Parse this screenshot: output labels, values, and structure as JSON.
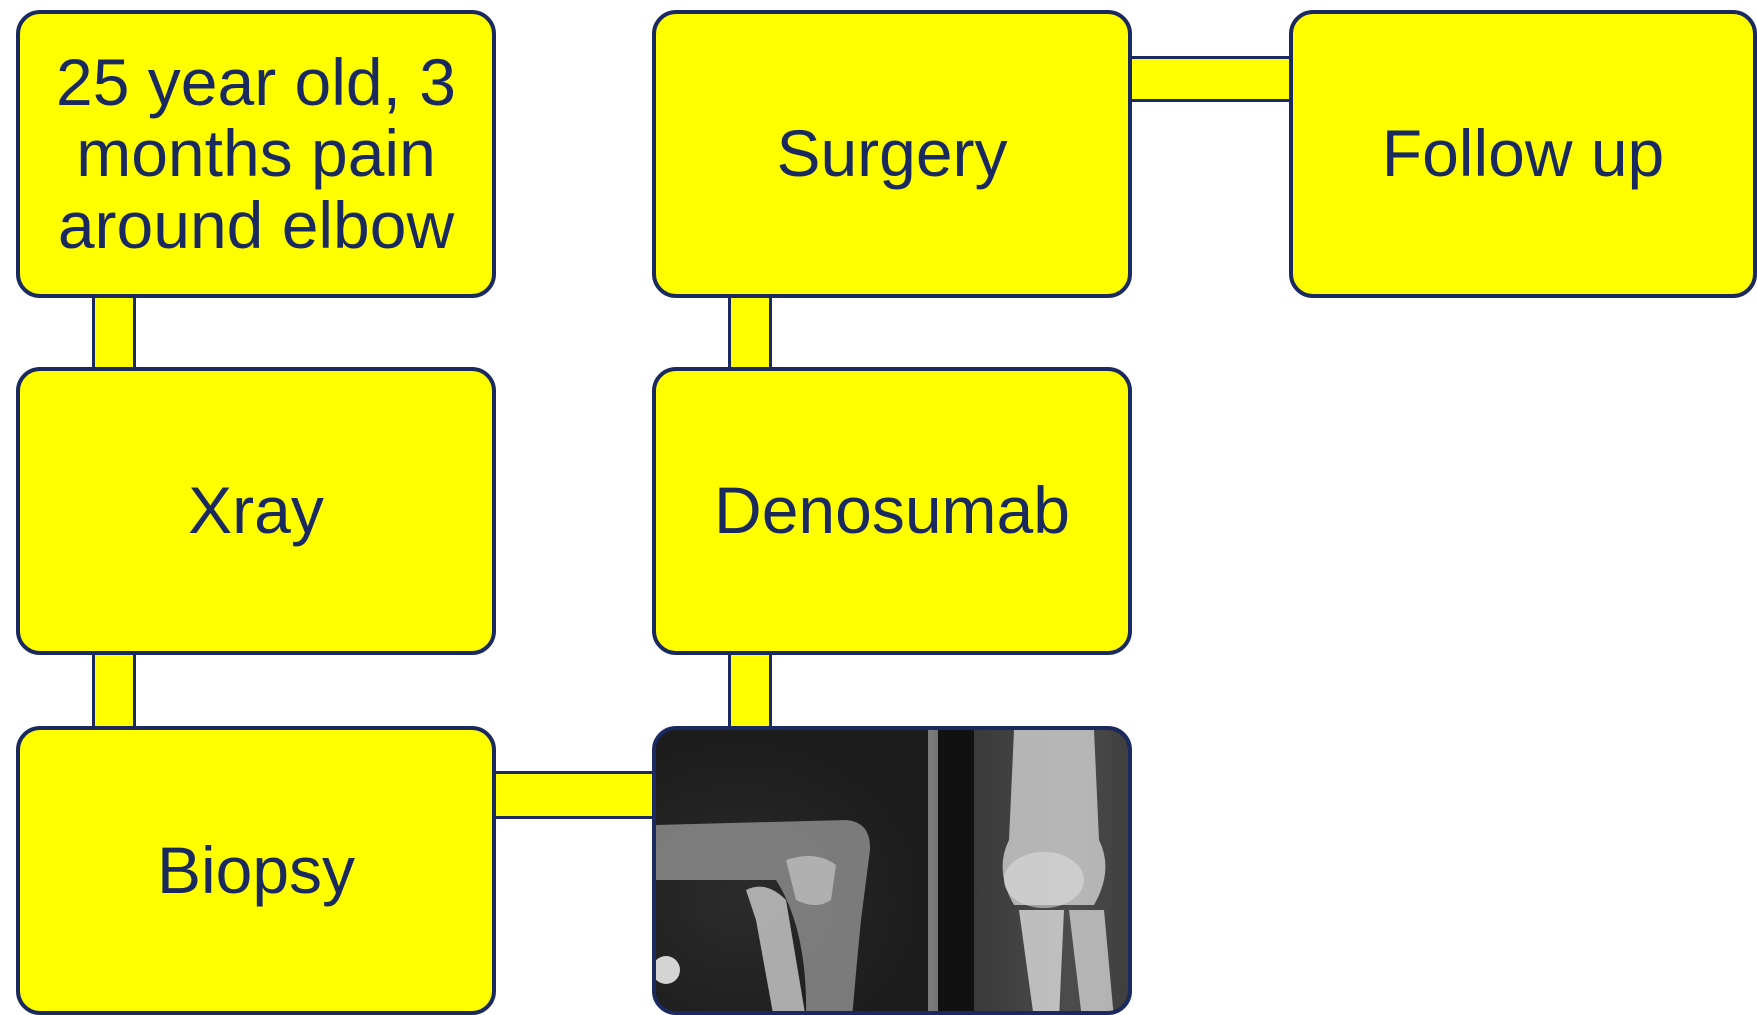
{
  "diagram": {
    "nodes": [
      {
        "id": "presentation",
        "label": "25 year old, 3 months pain around elbow"
      },
      {
        "id": "xray",
        "label": "Xray"
      },
      {
        "id": "biopsy",
        "label": "Biopsy"
      },
      {
        "id": "xray-image",
        "label": "",
        "image": "elbow-xray-radiographs"
      },
      {
        "id": "denosumab",
        "label": "Denosumab"
      },
      {
        "id": "surgery",
        "label": "Surgery"
      },
      {
        "id": "follow-up",
        "label": "Follow up"
      }
    ],
    "edges": [
      [
        "presentation",
        "xray"
      ],
      [
        "xray",
        "biopsy"
      ],
      [
        "biopsy",
        "xray-image"
      ],
      [
        "xray-image",
        "denosumab"
      ],
      [
        "denosumab",
        "surgery"
      ],
      [
        "surgery",
        "follow-up"
      ]
    ],
    "colors": {
      "node_fill": "#ffff00",
      "node_border": "#1a2a5e",
      "text": "#1a2a5e",
      "background": "#ffffff"
    }
  }
}
